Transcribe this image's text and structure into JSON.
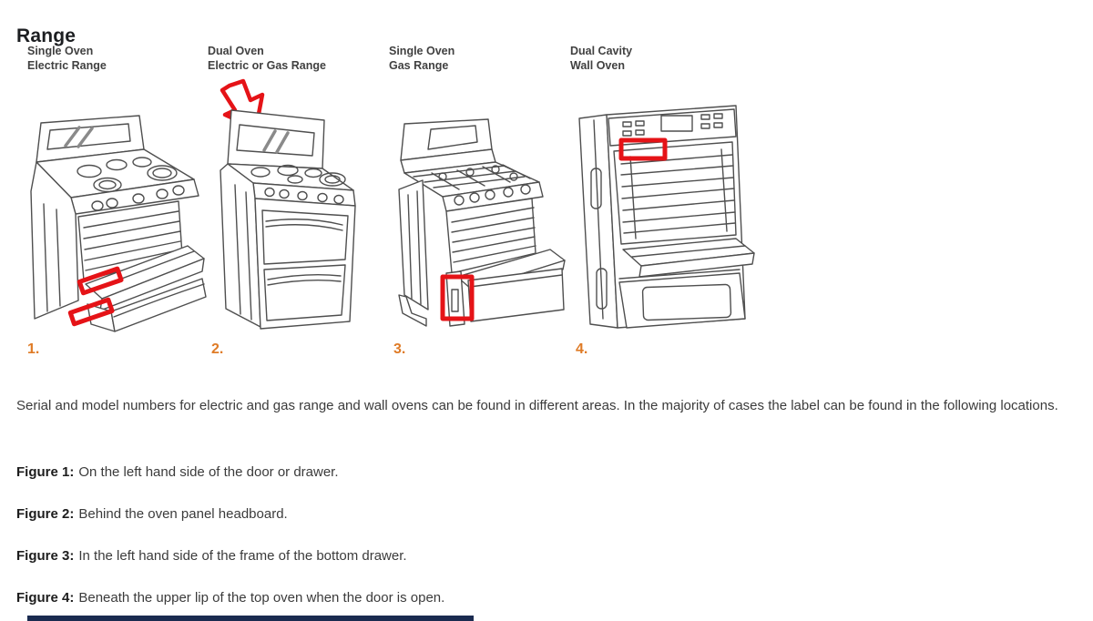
{
  "page": {
    "title": "Range",
    "intro": "Serial and model numbers for electric and gas range and wall ovens can be found in different areas. In the majority of cases the label can be found in the following locations.",
    "figures": [
      {
        "number": "1.",
        "label_line1": "Single Oven",
        "label_line2": "Electric Range",
        "illustration": "single-oven-electric-range",
        "caption_label": "Figure 1:",
        "caption_text": "On the left hand side of the door or drawer."
      },
      {
        "number": "2.",
        "label_line1": "Dual Oven",
        "label_line2": "Electric or Gas Range",
        "illustration": "dual-oven-electric-or-gas-range",
        "caption_label": "Figure 2:",
        "caption_text": "Behind the oven panel headboard."
      },
      {
        "number": "3.",
        "label_line1": "Single Oven",
        "label_line2": "Gas Range",
        "illustration": "single-oven-gas-range",
        "caption_label": "Figure 3:",
        "caption_text": "In the left hand side of the frame of the bottom drawer."
      },
      {
        "number": "4.",
        "label_line1": "Dual Cavity",
        "label_line2": "Wall Oven",
        "illustration": "dual-cavity-wall-oven",
        "caption_label": "Figure 4:",
        "caption_text": "Beneath the upper lip of the top oven when the door is open."
      }
    ],
    "colors": {
      "figure_number_orange": "#df7b26",
      "annotation_red": "#e51317",
      "line_art_gray": "#4f4f4f",
      "body_text": "#3b3b3b",
      "footer_bar_navy": "#1a2b50"
    }
  }
}
